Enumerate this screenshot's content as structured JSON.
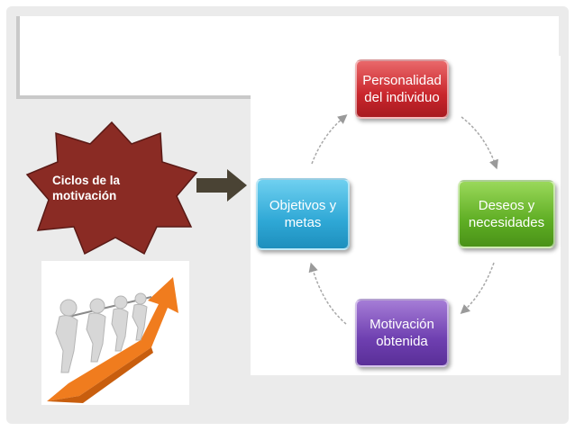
{
  "star_label": "Ciclos de la motivación",
  "cycle_nodes": {
    "top": "Personalidad del individuo",
    "right": "Deseos y necesidades",
    "bottom": "Motivación obtenida",
    "left": "Objetivos y metas"
  },
  "colors": {
    "star": "#8a2b24",
    "arrow": "#4a4334",
    "top_node": "#c9262c",
    "right_node": "#5fae24",
    "bottom_node": "#6e3fb0",
    "left_node": "#2fa8d6",
    "growth_arrow": "#f07c1e"
  },
  "icons": {
    "decoration": "people-pulling-rope-icon"
  }
}
